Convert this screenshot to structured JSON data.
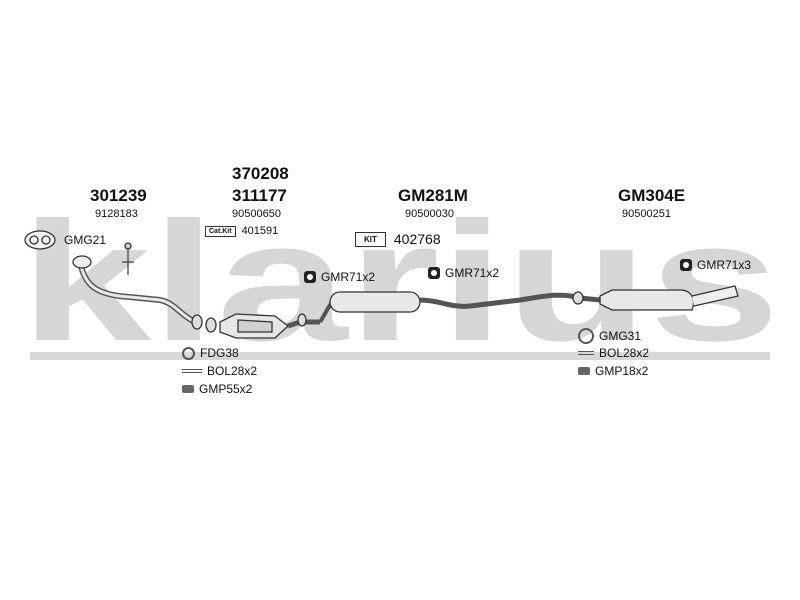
{
  "watermark": {
    "text": "klarius",
    "color": "#d3d3d3"
  },
  "parts": {
    "front": {
      "codes": [
        "301239"
      ],
      "ref": "9128183",
      "gasket": "GMG21"
    },
    "cat": {
      "codes": [
        "370208",
        "311177"
      ],
      "ref": "90500650",
      "kit_tag": "Cat.Kit",
      "kit_ref": "401591"
    },
    "middle": {
      "codes": [
        "GM281M"
      ],
      "ref": "90500030",
      "kit_tag": "KIT",
      "kit_ref": "402768"
    },
    "rear": {
      "codes": [
        "GM304E"
      ],
      "ref": "90500251"
    }
  },
  "mounts": {
    "m1": "GMR71x2",
    "m2": "GMR71x2",
    "m3": "GMR71x3"
  },
  "fittings_left": [
    "FDG38",
    "BOL28x2",
    "GMP55x2"
  ],
  "fittings_right": [
    "GMG31",
    "BOL28x2",
    "GMP18x2"
  ]
}
